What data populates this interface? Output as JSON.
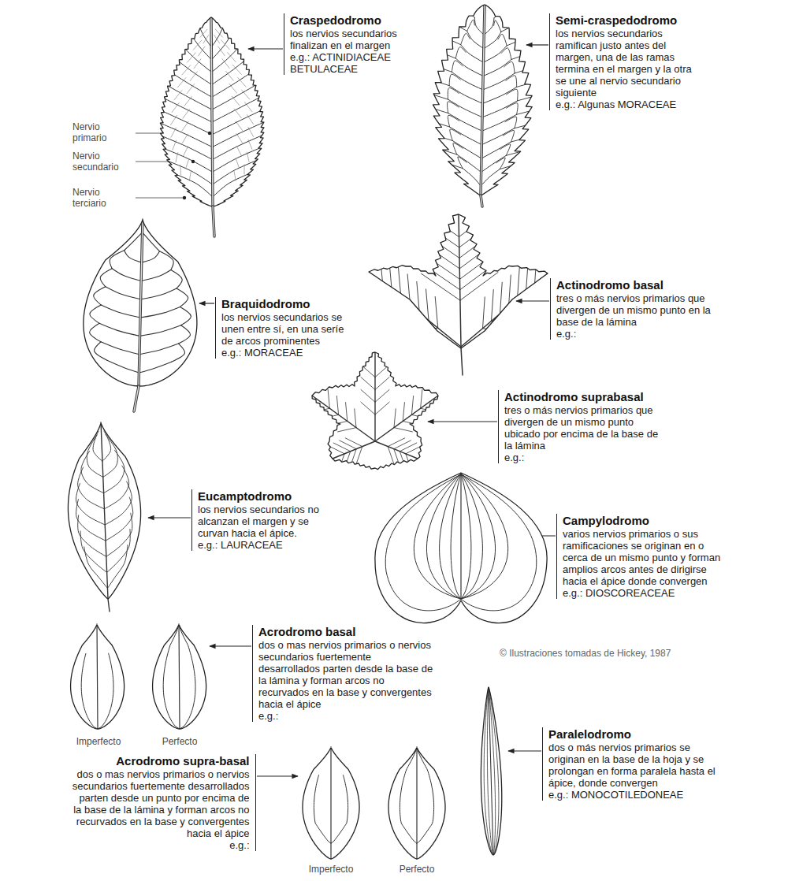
{
  "diagram": {
    "labels": [
      "Craspedodromo",
      "los nervios secundarios finalizan en el margen",
      "e.g.: ACTINIDIACEAE BETULACEAE",
      "Nervio primario",
      "Nervio secundario",
      "Nervio terciario",
      "Semi-craspedodromo",
      "los nervios secundarios ramifican justo antes del margen, una de las ramas termina en el margen y la otra se une al nervio secundario siguiente",
      "e.g.: Algunas MORACEAE",
      "Braquidodromo",
      "los nervios secundarios se unen entre sí, en una seríe de arcos prominentes",
      "e.g.: MORACEAE",
      "Actinodromo basal",
      "tres o más nervios primarios que divergen de un mismo punto en la base de la lámina",
      "e.g.:",
      "Actinodromo suprabasal",
      "tres o más nervios primarios que divergen de un mismo punto ubicado por encima de la base de la lámina",
      "e.g.:",
      "Eucamptodromo",
      "los nervios secundarios no alcanzan el margen y se curvan hacia el ápice.",
      "e.g.: LAURACEAE",
      "Campylodromo",
      "varios nervios primarios o sus ramificaciones se originan en o cerca de un mismo punto y forman amplios arcos antes de dirigirse hacia el ápice donde convergen",
      "e.g.: DIOSCOREACEAE",
      "Acrodromo basal",
      "dos o mas nervios primarios o nervios secundarios fuertemente desarrollados parten desde la base de la lámina y forman arcos no recurvados en la base y convergentes hacia el ápice",
      "e.g.:",
      "Imperfecto",
      "Perfecto",
      "© Ilustraciones tomadas de Hickey, 1987",
      "Acrodromo supra-basal",
      "dos o mas nervios primarios o nervios secundarios fuertemente desarrollados parten desde un punto por encima de la base de la lámina y forman arcos no recurvados en la base y convergentes hacia el ápice",
      "e.g.:",
      "Imperfecto",
      "Perfecto",
      "Paralelodromo",
      "dos o más nervios primarios se originan en la base de la hoja y se prolongan en forma paralela hasta el ápice, donde convergen",
      "e.g.: MONOCOTILEDONEAE"
    ]
  }
}
